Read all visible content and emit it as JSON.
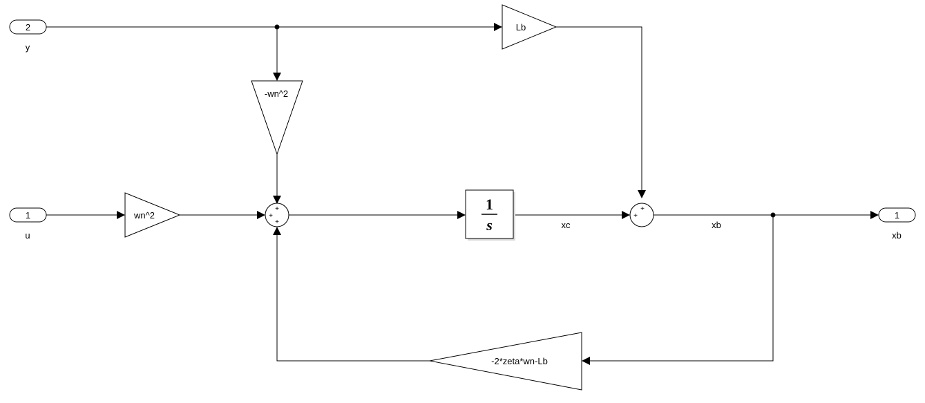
{
  "inports": [
    {
      "number": "2",
      "name": "y"
    },
    {
      "number": "1",
      "name": "u"
    }
  ],
  "outports": [
    {
      "number": "1",
      "name": "xb"
    }
  ],
  "gains": {
    "lb": "Lb",
    "neg_wn2": "-wn^2",
    "wn2": "wn^2",
    "feedback": "-2*zeta*wn-Lb"
  },
  "sums": {
    "sum1_signs": [
      "+",
      "+",
      "+"
    ],
    "sum2_signs": [
      "+",
      "+"
    ]
  },
  "integrator": {
    "numerator": "1",
    "denominator": "s"
  },
  "signal_labels": {
    "xc": "xc",
    "xb": "xb"
  }
}
